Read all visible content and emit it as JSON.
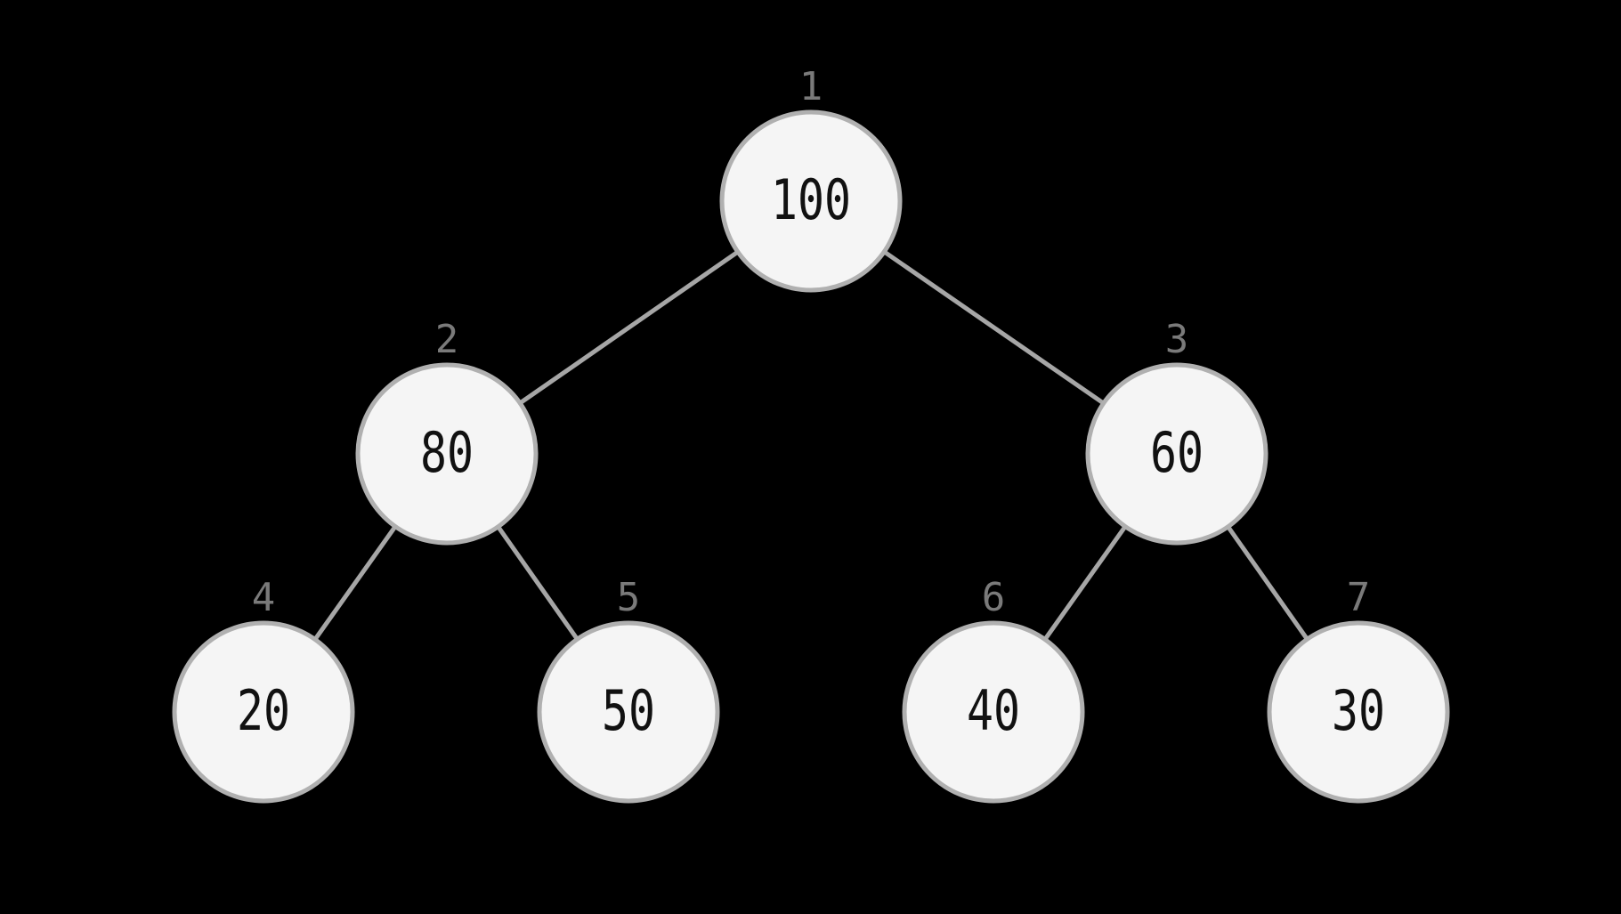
{
  "diagram": {
    "type": "binary-tree",
    "background_color": "#000000",
    "node_fill_color": "#f5f5f5",
    "node_border_color": "#b0b0b0",
    "edge_color": "#a6a6a6",
    "index_label_color": "#7a7a7a",
    "value_text_color": "#111111",
    "nodes": [
      {
        "index": "1",
        "value": "100"
      },
      {
        "index": "2",
        "value": "80"
      },
      {
        "index": "3",
        "value": "60"
      },
      {
        "index": "4",
        "value": "20"
      },
      {
        "index": "5",
        "value": "50"
      },
      {
        "index": "6",
        "value": "40"
      },
      {
        "index": "7",
        "value": "30"
      }
    ],
    "edges": [
      {
        "from": "1",
        "to": "2"
      },
      {
        "from": "1",
        "to": "3"
      },
      {
        "from": "2",
        "to": "4"
      },
      {
        "from": "2",
        "to": "5"
      },
      {
        "from": "3",
        "to": "6"
      },
      {
        "from": "3",
        "to": "7"
      }
    ]
  }
}
